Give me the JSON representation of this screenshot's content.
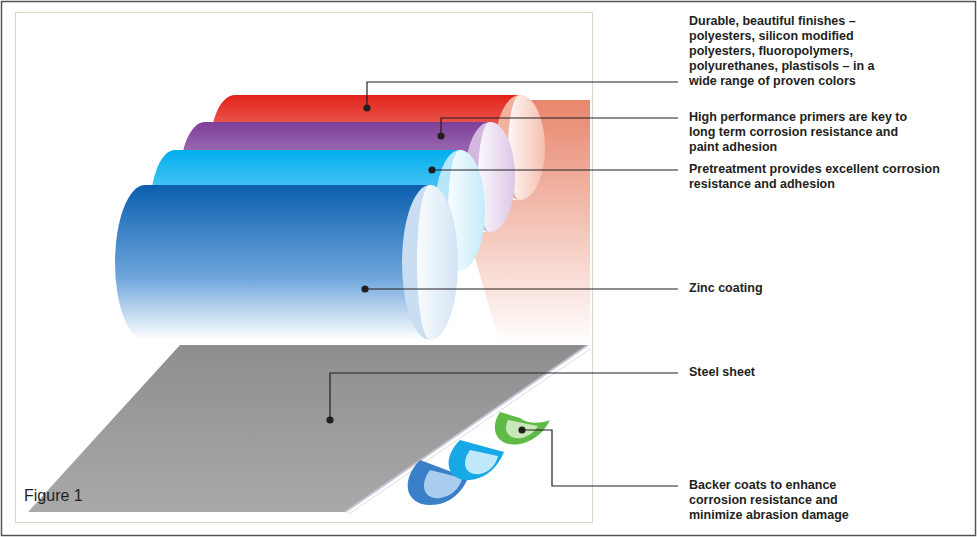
{
  "diagram": {
    "labels": [
      "Durable, beautiful finishes – polyesters, silicon modified polyesters, fluoropolymers, polyurethanes, plastisols – in a wide range of proven colors",
      "High performance primers are key to long term corrosion resistance and paint adhesion",
      "Pretreatment provides excellent corrosion resistance and adhesion",
      "Zinc coating",
      "Steel sheet",
      "Backer coats to enhance corrosion resistance and minimize abrasion damage",
      "Figure 1"
    ]
  }
}
